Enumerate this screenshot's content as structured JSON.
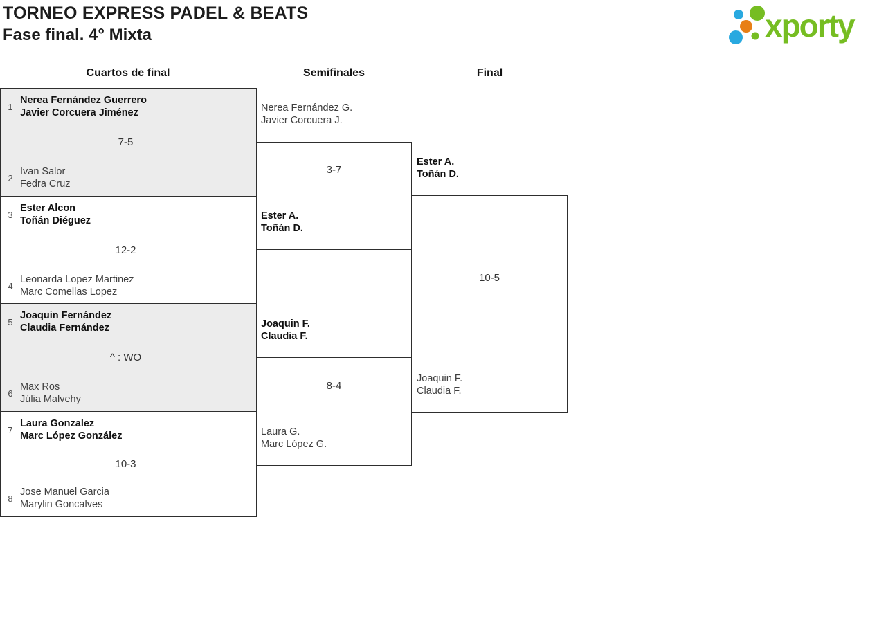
{
  "header": {
    "title": "TORNEO EXPRESS PADEL & BEATS",
    "subtitle": "Fase final. 4° Mixta"
  },
  "logo": {
    "text": "xporty",
    "colors": {
      "green": "#76bd22",
      "blue": "#29a9e0",
      "orange": "#e87f16"
    }
  },
  "rounds": {
    "titles": [
      "Cuartos de final",
      "Semifinales",
      "Final"
    ]
  },
  "quarterfinals": [
    {
      "seed1": "1",
      "t1a": "Nerea Fernández Guerrero",
      "t1b": "Javier Corcuera Jiménez",
      "score": "7-5",
      "seed2": "2",
      "t2a": "Ivan Salor",
      "t2b": "Fedra Cruz",
      "winner": "team1"
    },
    {
      "seed1": "3",
      "t1a": "Ester Alcon",
      "t1b": "Toñán Diéguez",
      "score": "12-2",
      "seed2": "4",
      "t2a": "Leonarda Lopez Martinez",
      "t2b": "Marc Comellas Lopez",
      "winner": "team1"
    },
    {
      "seed1": "5",
      "t1a": "Joaquin Fernández",
      "t1b": "Claudia Fernández",
      "score": "^ : WO",
      "seed2": "6",
      "t2a": "Max Ros",
      "t2b": "Júlia Malvehy",
      "winner": "team1"
    },
    {
      "seed1": "7",
      "t1a": "Laura Gonzalez",
      "t1b": "Marc López González",
      "score": "10-3",
      "seed2": "8",
      "t2a": "Jose Manuel Garcia",
      "t2b": "Marylin Goncalves",
      "winner": "team1"
    }
  ],
  "semifinals": [
    {
      "t1a": "Nerea Fernández G.",
      "t1b": "Javier Corcuera J.",
      "score": "3-7",
      "t2a": "Ester A.",
      "t2b": "Toñán D.",
      "winner": "team2"
    },
    {
      "t1a": "Joaquin F.",
      "t1b": "Claudia F.",
      "score": "8-4",
      "t2a": "Laura G.",
      "t2b": "Marc López G.",
      "winner": "team1"
    }
  ],
  "final": {
    "t1a": "Ester A.",
    "t1b": "Toñán D.",
    "score": "10-5",
    "t2a": "Joaquin F.",
    "t2b": "Claudia F.",
    "winner": "team1"
  }
}
